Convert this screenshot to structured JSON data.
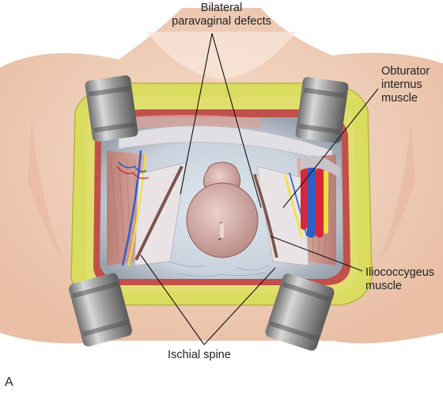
{
  "labels": {
    "defects": [
      "Bilateral",
      "paravaginal defects"
    ],
    "obturator": [
      "Obturator",
      "internus",
      "muscle"
    ],
    "iliococcygeus": [
      "Iliococcygeus",
      "muscle"
    ],
    "ischial_spine": "Ischial spine",
    "panel": "A"
  },
  "colors": {
    "skin": "#f1d2bd",
    "fat": "#d9dc5e",
    "retractor": "#a6a6a6",
    "muscle": "#c98e86",
    "fascia": "#e9e6ea",
    "artery": "#d6283a",
    "vein": "#2f5fc4",
    "nerve": "#f2e23a",
    "vaginal_cuff": "#d7aba6"
  }
}
